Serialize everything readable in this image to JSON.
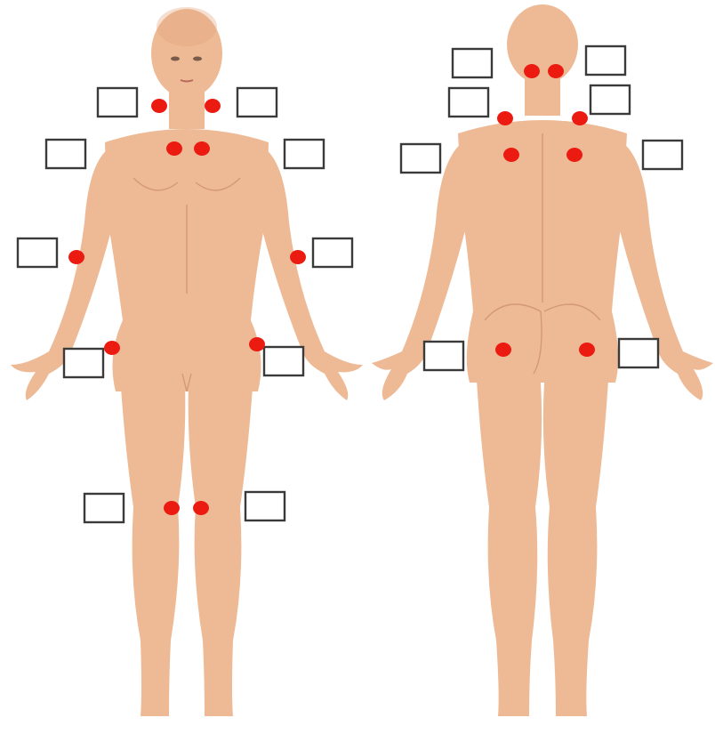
{
  "figure": {
    "views": [
      {
        "id": "front",
        "label": ""
      },
      {
        "id": "back",
        "label": ""
      }
    ],
    "colors": {
      "skin": "#eeba95",
      "skin_shadow": "#dfa27c",
      "point_marker": "#ec1b12",
      "checkbox_border": "#3a3a3a",
      "background": "#ffffff"
    },
    "front_points": [
      "neck-left",
      "neck-right",
      "chest-left",
      "chest-right",
      "elbow-left",
      "elbow-right",
      "hip-left",
      "hip-right",
      "knee-left",
      "knee-right"
    ],
    "back_points": [
      "occiput-left",
      "occiput-right",
      "upper-trapezius-left",
      "upper-trapezius-right",
      "supraspinatus-left",
      "supraspinatus-right",
      "gluteal-left",
      "gluteal-right"
    ],
    "checkbox_count": 18,
    "checkbox_state": "unchecked"
  }
}
